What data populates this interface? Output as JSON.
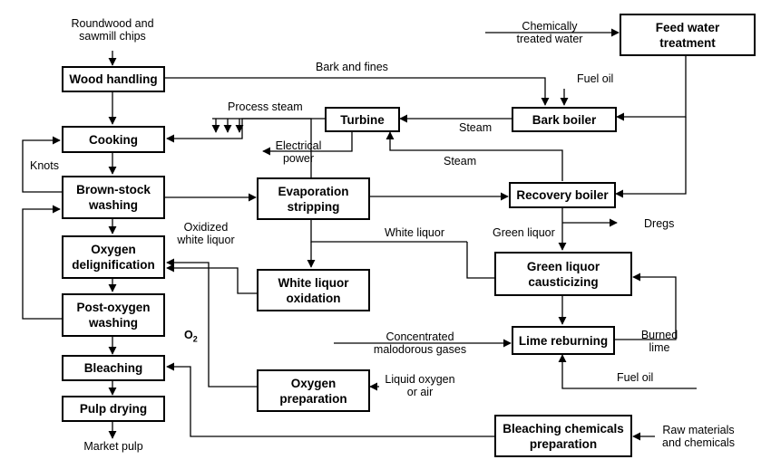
{
  "nodes": {
    "wood_handling": "Wood handling",
    "cooking": "Cooking",
    "brown_stock": "Brown-stock\nwashing",
    "oxygen_delig": "Oxygen\ndelignification",
    "post_oxygen": "Post-oxygen\nwashing",
    "bleaching": "Bleaching",
    "pulp_drying": "Pulp drying",
    "evaporation": "Evaporation\nstripping",
    "white_liquor_ox": "White liquor\noxidation",
    "oxygen_prep": "Oxygen\npreparation",
    "turbine": "Turbine",
    "bark_boiler": "Bark boiler",
    "feed_water": "Feed water\ntreatment",
    "recovery_boiler": "Recovery boiler",
    "green_liquor_caust": "Green liquor\ncausticizing",
    "lime_reburning": "Lime reburning",
    "bleaching_chem": "Bleaching chemicals\npreparation"
  },
  "labels": {
    "roundwood": "Roundwood and\nsawmill chips",
    "bark_fines": "Bark and fines",
    "process_steam": "Process steam",
    "electrical_power": "Electrical\npower",
    "steam1": "Steam",
    "steam2": "Steam",
    "chem_water": "Chemically\ntreated water",
    "fuel_oil1": "Fuel oil",
    "fuel_oil2": "Fuel oil",
    "knots": "Knots",
    "oxidized_wl": "Oxidized\nwhite liquor",
    "white_liquor": "White liquor",
    "green_liquor": "Green liquor",
    "dregs": "Dregs",
    "o2": "O",
    "o2_sub": "2",
    "conc_gases": "Concentrated\nmalodorous gases",
    "burned_lime": "Burned\nlime",
    "liquid_oxygen": "Liquid oxygen\nor air",
    "raw_materials": "Raw materials\nand chemicals",
    "market_pulp": "Market pulp"
  }
}
